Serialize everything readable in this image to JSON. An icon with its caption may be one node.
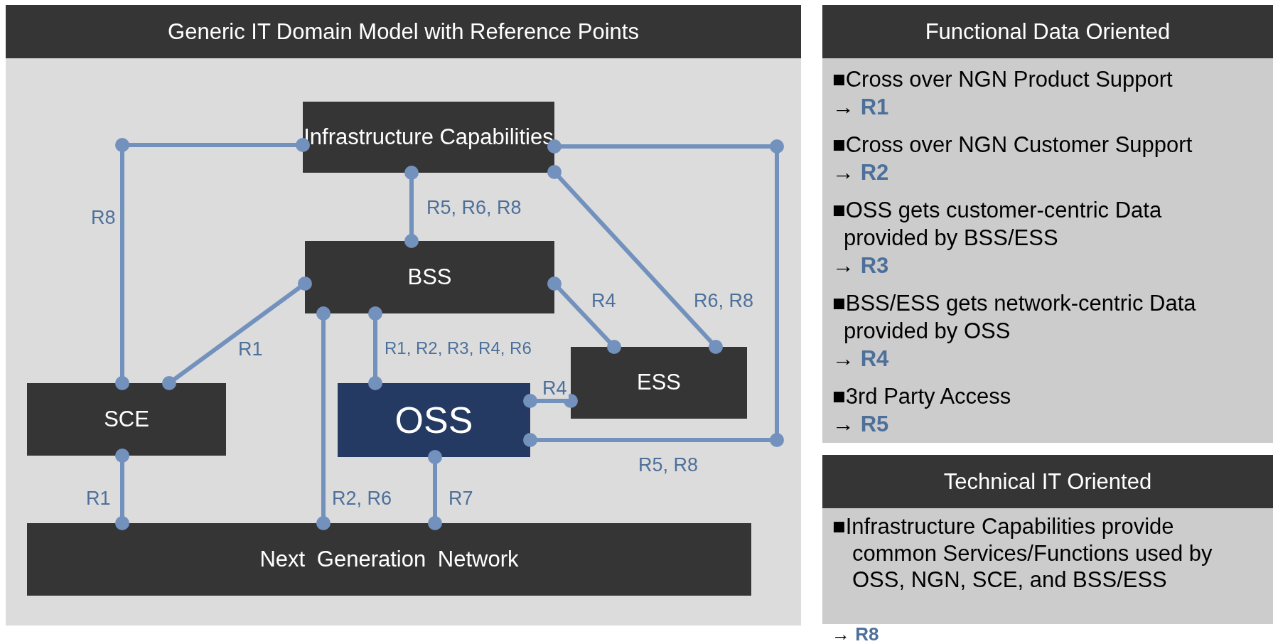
{
  "diagram": {
    "nodes": [
      {
        "text": [
          "Generic IT Domain Model with Reference Points"
        ]
      },
      {
        "text": [
          "Infrastructure Capabilities"
        ],
        "in": 0
      },
      {
        "text": [
          "BSS"
        ],
        "in": 0
      },
      {
        "text": [
          "SCE"
        ],
        "in": 0
      },
      {
        "text": [
          "OSS"
        ],
        "in": 0
      },
      {
        "text": [
          "ESS"
        ],
        "in": 0
      },
      {
        "text": [
          "Next Generation Network"
        ],
        "in": 0
      },
      {
        "text": [
          "Functional Data Oriented",
          "■Cross over NGN Product Support",
          "→ **R1**",
          "■Cross over NGN Customer Support",
          "→ **R2**",
          "■OSS gets customer-centric Data provided by BSS/ESS",
          "→ **R3**",
          "■BSS/ESS gets network-centric Data provided by OSS",
          "→ **R4**",
          "■3rd Party Access",
          "→ **R5**"
        ]
      },
      {
        "text": [
          "Technical IT Oriented",
          "■Infrastructure Capabilities provide common Services/Functions used by OSS, NGN, SCE, and BSS/ESS"
        ]
      }
    ],
    "edges": [
      {
        "from": 1,
        "to": 3,
        "arrow": "other",
        "label": "R8"
      },
      {
        "from": 1,
        "to": 4,
        "arrow": "other",
        "label": "R5, R8"
      },
      {
        "from": 1,
        "to": 2,
        "arrow": "other",
        "label": "R5, R6, R8"
      },
      {
        "from": 1,
        "to": 5,
        "arrow": "other",
        "label": "R6, R8"
      },
      {
        "from": 2,
        "to": 3,
        "arrow": "other",
        "label": "R1"
      },
      {
        "from": 2,
        "to": 5,
        "arrow": "other",
        "label": "R4"
      },
      {
        "from": 2,
        "to": 4,
        "arrow": "other",
        "label": "R1, R2, R3, R4, R6"
      },
      {
        "from": 2,
        "to": 6,
        "arrow": "other",
        "label": "R2, R6"
      },
      {
        "from": 4,
        "to": 5,
        "arrow": "other",
        "label": "R4"
      },
      {
        "from": 3,
        "to": 6,
        "arrow": "other",
        "label": "R1"
      },
      {
        "from": 4,
        "to": 6,
        "arrow": "other",
        "label": "R7"
      }
    ],
    "labels": [
      "→ **R8**"
    ]
  }
}
